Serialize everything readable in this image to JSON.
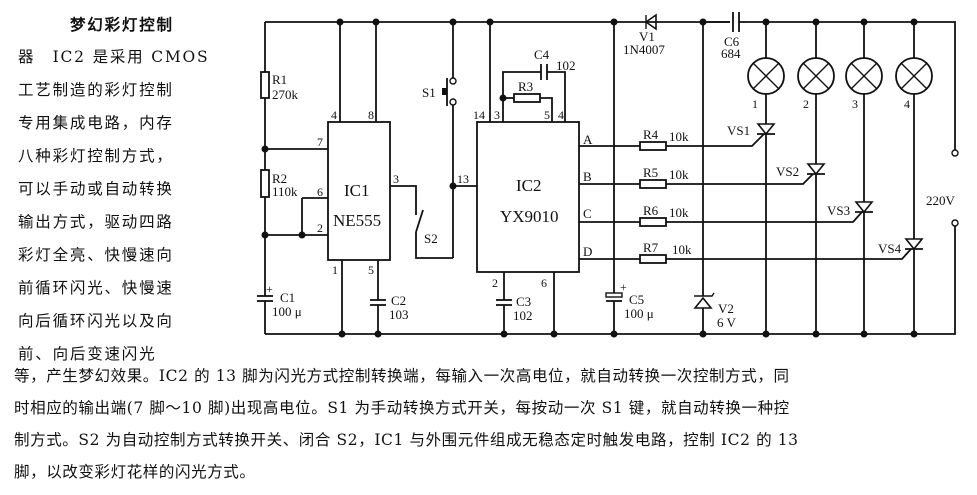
{
  "side_text": {
    "title": "梦幻彩灯控制",
    "lines": [
      "器　IC2 是采用 CMOS",
      "工艺制造的彩灯控制",
      "专用集成电路，内存",
      "八种彩灯控制方式，",
      "可以手动或自动转换",
      "输出方式，驱动四路",
      "彩灯全亮、快慢速向",
      "前循环闪光、快慢速",
      "向后循环闪光以及向",
      "前、向后变速闪光"
    ]
  },
  "bottom_text": {
    "lines": [
      "等，产生梦幻效果。IC2 的 13 脚为闪光方式控制转换端，每输入一次高电位，就自动转换一次控制方式，同",
      "时相应的输出端(7 脚～10 脚)出现高电位。S1 为手动转换方式开关，每按动一次 S1 键，就自动转换一种控",
      "制方式。S2 为自动控制方式转换开关、闭合 S2，IC1 与外围元件组成无稳态定时触发电路，控制 IC2 的 13",
      "脚，以改变彩灯花样的闪光方式。"
    ]
  },
  "schematic": {
    "ic1": {
      "name": "IC1",
      "part": "NE555",
      "pins": {
        "p4": "4",
        "p8": "8",
        "p7": "7",
        "p6": "6",
        "p2": "2",
        "p3": "3",
        "p1": "1",
        "p5": "5"
      }
    },
    "ic2": {
      "name": "IC2",
      "part": "YX9010",
      "pins": {
        "p14": "14",
        "p3": "3",
        "p5": "5",
        "p4": "4",
        "p13": "13",
        "p2": "2",
        "p6": "6"
      },
      "outputs": [
        "A",
        "B",
        "C",
        "D"
      ]
    },
    "r1": {
      "name": "R1",
      "value": "270k"
    },
    "r2": {
      "name": "R2",
      "value": "110k"
    },
    "r3": {
      "name": "R3"
    },
    "r4": {
      "name": "R4",
      "value": "10k"
    },
    "r5": {
      "name": "R5",
      "value": "10k"
    },
    "r6": {
      "name": "R6",
      "value": "10k"
    },
    "r7": {
      "name": "R7",
      "value": "10k"
    },
    "c1": {
      "name": "C1",
      "value": "100 μ"
    },
    "c2": {
      "name": "C2",
      "value": "103"
    },
    "c3": {
      "name": "C3",
      "value": "102"
    },
    "c4": {
      "name": "C4",
      "value": "102"
    },
    "c5": {
      "name": "C5",
      "value": "100 μ"
    },
    "c6": {
      "name": "C6",
      "value": "684"
    },
    "v1": {
      "name": "V1",
      "value": "1N4007"
    },
    "v2": {
      "name": "V2",
      "value": "6 V"
    },
    "s1": {
      "name": "S1"
    },
    "s2": {
      "name": "S2"
    },
    "lamps": [
      "1",
      "2",
      "3",
      "4"
    ],
    "thyristors": [
      "VS1",
      "VS2",
      "VS3",
      "VS4"
    ],
    "supply": "220V",
    "plus": "+"
  }
}
